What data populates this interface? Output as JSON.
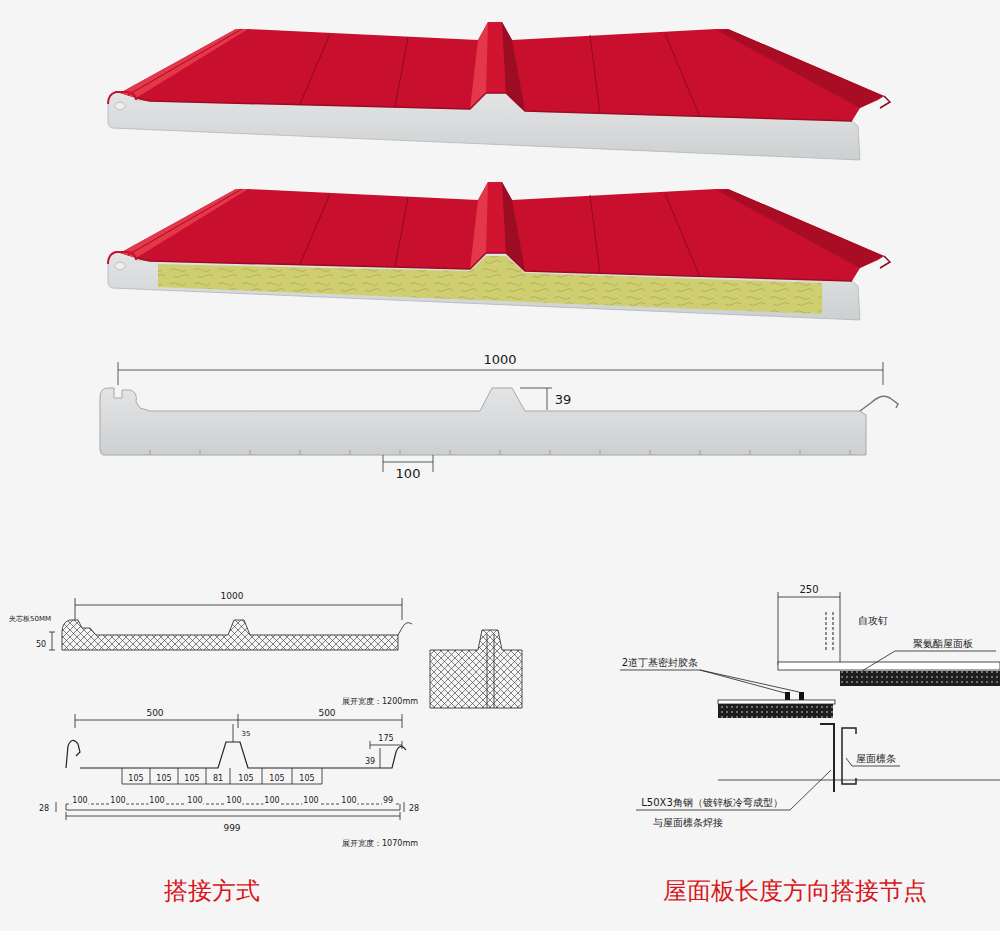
{
  "diagram": {
    "labels": [
      "1000",
      "39",
      "100",
      "1000",
      "夹芯板50MM",
      "50",
      "展开宽度：1200mm",
      "500",
      "500",
      "35",
      "175",
      "39",
      "105",
      "105",
      "105",
      "81",
      "105",
      "105",
      "105",
      "28",
      "100",
      "100",
      "100",
      "100",
      "100",
      "100",
      "100",
      "100",
      "99",
      "28",
      "999",
      "展开宽度：1070mm",
      "250",
      "自攻钉",
      "聚氨酯屋面板",
      "2道丁基密封胶条",
      "屋面檩条",
      "L50X3角钢（镀锌板冷弯成型）",
      "与屋面檩条焊接",
      "搭接方式",
      "屋面板长度方向搭接节点"
    ]
  }
}
